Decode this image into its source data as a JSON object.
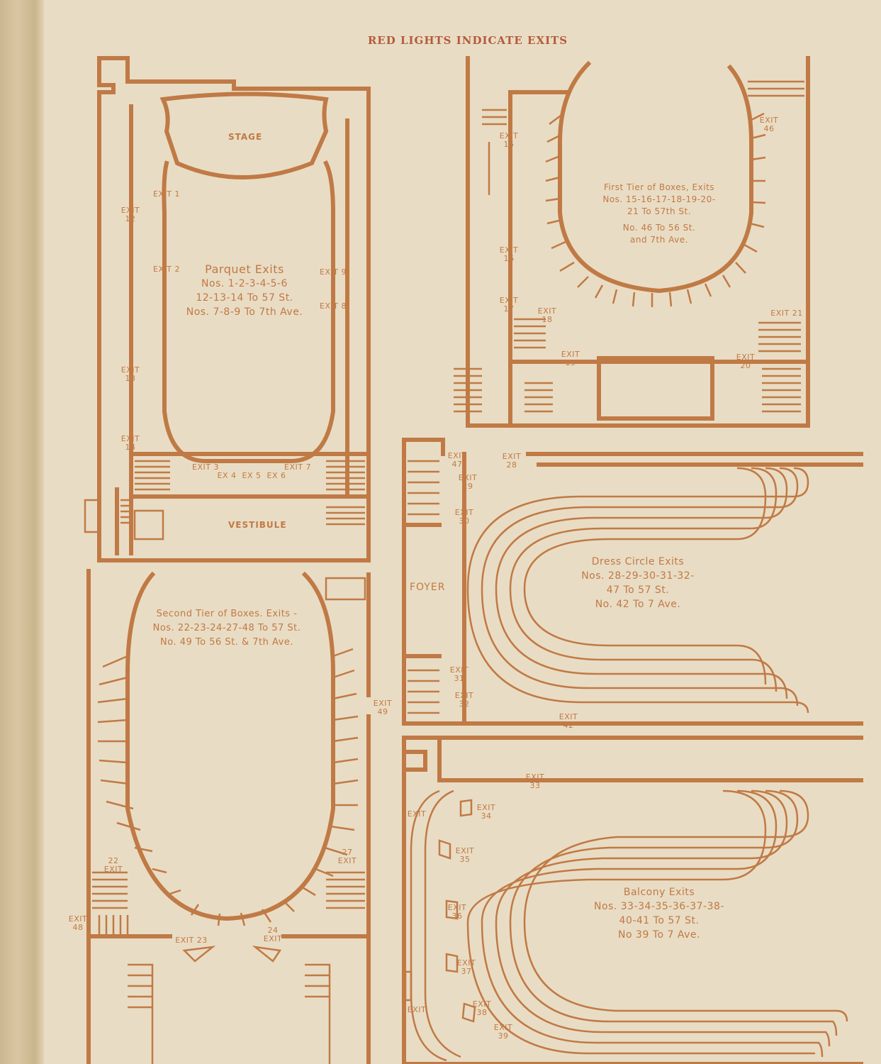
{
  "header": "RED LIGHTS INDICATE EXITS",
  "parquet": {
    "title": "Parquet Exits",
    "lines": [
      "Nos. 1-2-3-4-5-6",
      "12-13-14 To 57 St.",
      "Nos. 7-8-9 To 7th Ave."
    ],
    "stage": "STAGE",
    "vestibule": "VESTIBULE",
    "exits": [
      "EXIT 1",
      "EXIT 2",
      "EXIT 3",
      "EX 4",
      "EX 5",
      "EX 6",
      "EXIT 7",
      "EXIT 8",
      "EXIT 9",
      "EXIT 12",
      "EXIT 13",
      "EXIT 14"
    ]
  },
  "first_tier": {
    "lines": [
      "First Tier of Boxes, Exits",
      "Nos. 15-16-17-18-19-20-",
      "21 To 57th St.",
      "No. 46 To 56 St.",
      "and 7th Ave."
    ],
    "exits": [
      "EXIT 15",
      "EXIT 16",
      "EXIT 17",
      "EXIT 18",
      "EXIT 19",
      "EXIT 20",
      "EXIT 21",
      "EXIT 46"
    ]
  },
  "second_tier": {
    "lines": [
      "Second Tier of Boxes. Exits -",
      "Nos. 22-23-24-27-48 To 57 St.",
      "No. 49 To 56 St. & 7th Ave."
    ],
    "exits": [
      "22 EXIT",
      "EXIT 23",
      "24 EXIT",
      "27 EXIT",
      "EXIT 48",
      "EXIT 49"
    ]
  },
  "dress_circle": {
    "lines": [
      "Dress Circle Exits",
      "Nos. 28-29-30-31-32-",
      "47 To 57 St.",
      "No. 42 To 7 Ave."
    ],
    "foyer": "FOYER",
    "exits": [
      "EXIT 28",
      "EXIT 29",
      "EXIT 30",
      "EXIT 31",
      "EXIT 32",
      "EXIT 42",
      "EXIT 47"
    ]
  },
  "balcony": {
    "lines": [
      "Balcony Exits",
      "Nos. 33-34-35-36-37-38-",
      "40-41 To 57 St.",
      "No 39 To 7 Ave."
    ],
    "exits": [
      "EXIT 33",
      "EXIT 34",
      "EXIT 35",
      "EXIT 36",
      "EXIT 37",
      "EXIT 38",
      "EXIT 39",
      "EXIT",
      "EXIT"
    ]
  },
  "colors": {
    "ink": "#c07a45",
    "paper": "#e9dcc4",
    "header": "#b25b3a"
  }
}
